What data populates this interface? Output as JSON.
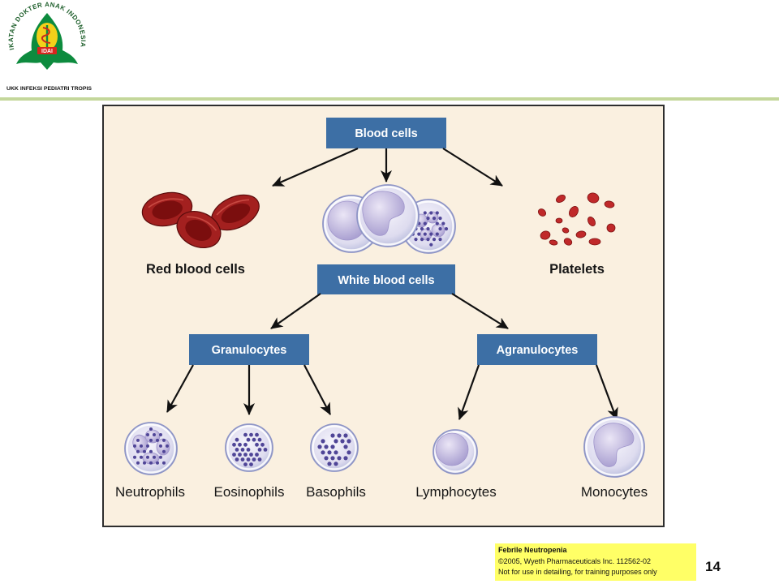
{
  "header": {
    "logo": {
      "icon": "idai-emblem",
      "ring_text": "IKATAN DOKTER ANAK INDONESIA",
      "emblem_text": "IDAI"
    },
    "unit_name": "UKK INFEKSI PEDIATRI TROPIS"
  },
  "diagram": {
    "nodes": {
      "blood_cells": "Blood cells",
      "white_blood_cells": "White blood cells",
      "granulocytes": "Granulocytes",
      "agranulocytes": "Agranulocytes"
    },
    "cell_labels": {
      "red_blood_cells": "Red blood cells",
      "platelets": "Platelets",
      "neutrophils": "Neutrophils",
      "eosinophils": "Eosinophils",
      "basophils": "Basophils",
      "lymphocytes": "Lymphocytes",
      "monocytes": "Monocytes"
    }
  },
  "footer": {
    "note": {
      "title": "Febrile Neutropenia",
      "copyright": "©2005, Wyeth Pharmaceuticals Inc. 112562-02",
      "disclaimer": "Not for use in detailing, for training purposes only"
    },
    "page_number": "14"
  },
  "colors": {
    "node_fill": "#3d6fa5",
    "diagram_background": "#faf0e0",
    "divider": "#c4d79b",
    "note_background": "#ffff66",
    "logo_green": "#0d8b3e",
    "red_cell": "#a3201f"
  }
}
